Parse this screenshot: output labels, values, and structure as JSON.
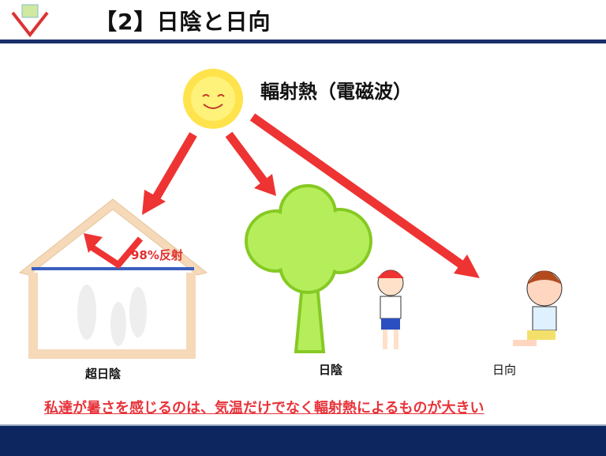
{
  "slide": {
    "title": "【2】日陰と日向",
    "radiation_label": "輻射熱（電磁波）",
    "reflection_label": "98%反射",
    "labels": {
      "super_shade": "超日陰",
      "shade": "日陰",
      "sun": "日向"
    },
    "conclusion": "私達が暑さを感じるのは、気温だけでなく輻射熱によるものが大きい"
  },
  "colors": {
    "accent": "#e8333a",
    "navy": "#0e2660",
    "tree": "#b5ee5a"
  }
}
